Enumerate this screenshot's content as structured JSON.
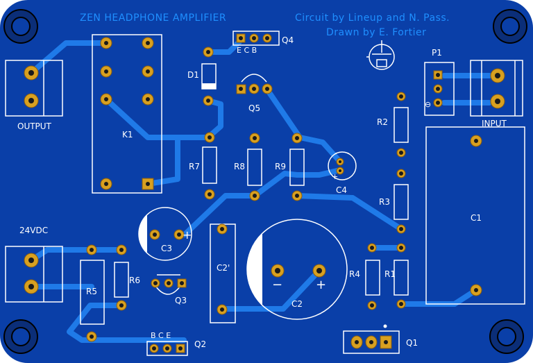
{
  "title_left": "ZEN HEADPHONE AMPLIFIER",
  "credits": [
    "Circuit by Lineup and N. Pass.",
    "Drawn by E. Fortier"
  ],
  "labels": {
    "output": "OUTPUT",
    "input": "INPUT",
    "power": "24VDC",
    "k1": "K1",
    "d1": "D1",
    "q1": "Q1",
    "q2": "Q2",
    "q3": "Q3",
    "q4": "Q4",
    "q5": "Q5",
    "p1": "P1",
    "r1": "R1",
    "r2": "R2",
    "r3": "R3",
    "r4": "R4",
    "r5": "R5",
    "r6": "R6",
    "r7": "R7",
    "r8": "R8",
    "r9": "R9",
    "c1": "C1",
    "c2": "C2",
    "c2p": "C2'",
    "c3": "C3",
    "c4": "C4",
    "q4_pins": "E C B",
    "q2_pins": "B C E",
    "plus": "+",
    "minus": "−",
    "minus_p1": "⊖"
  },
  "colors": {
    "board": "#0a3fa8",
    "trace": "#1f7ae8",
    "copper_pad": "#d8a020",
    "silkscreen": "#ffffff",
    "title": "#1f8fff"
  }
}
